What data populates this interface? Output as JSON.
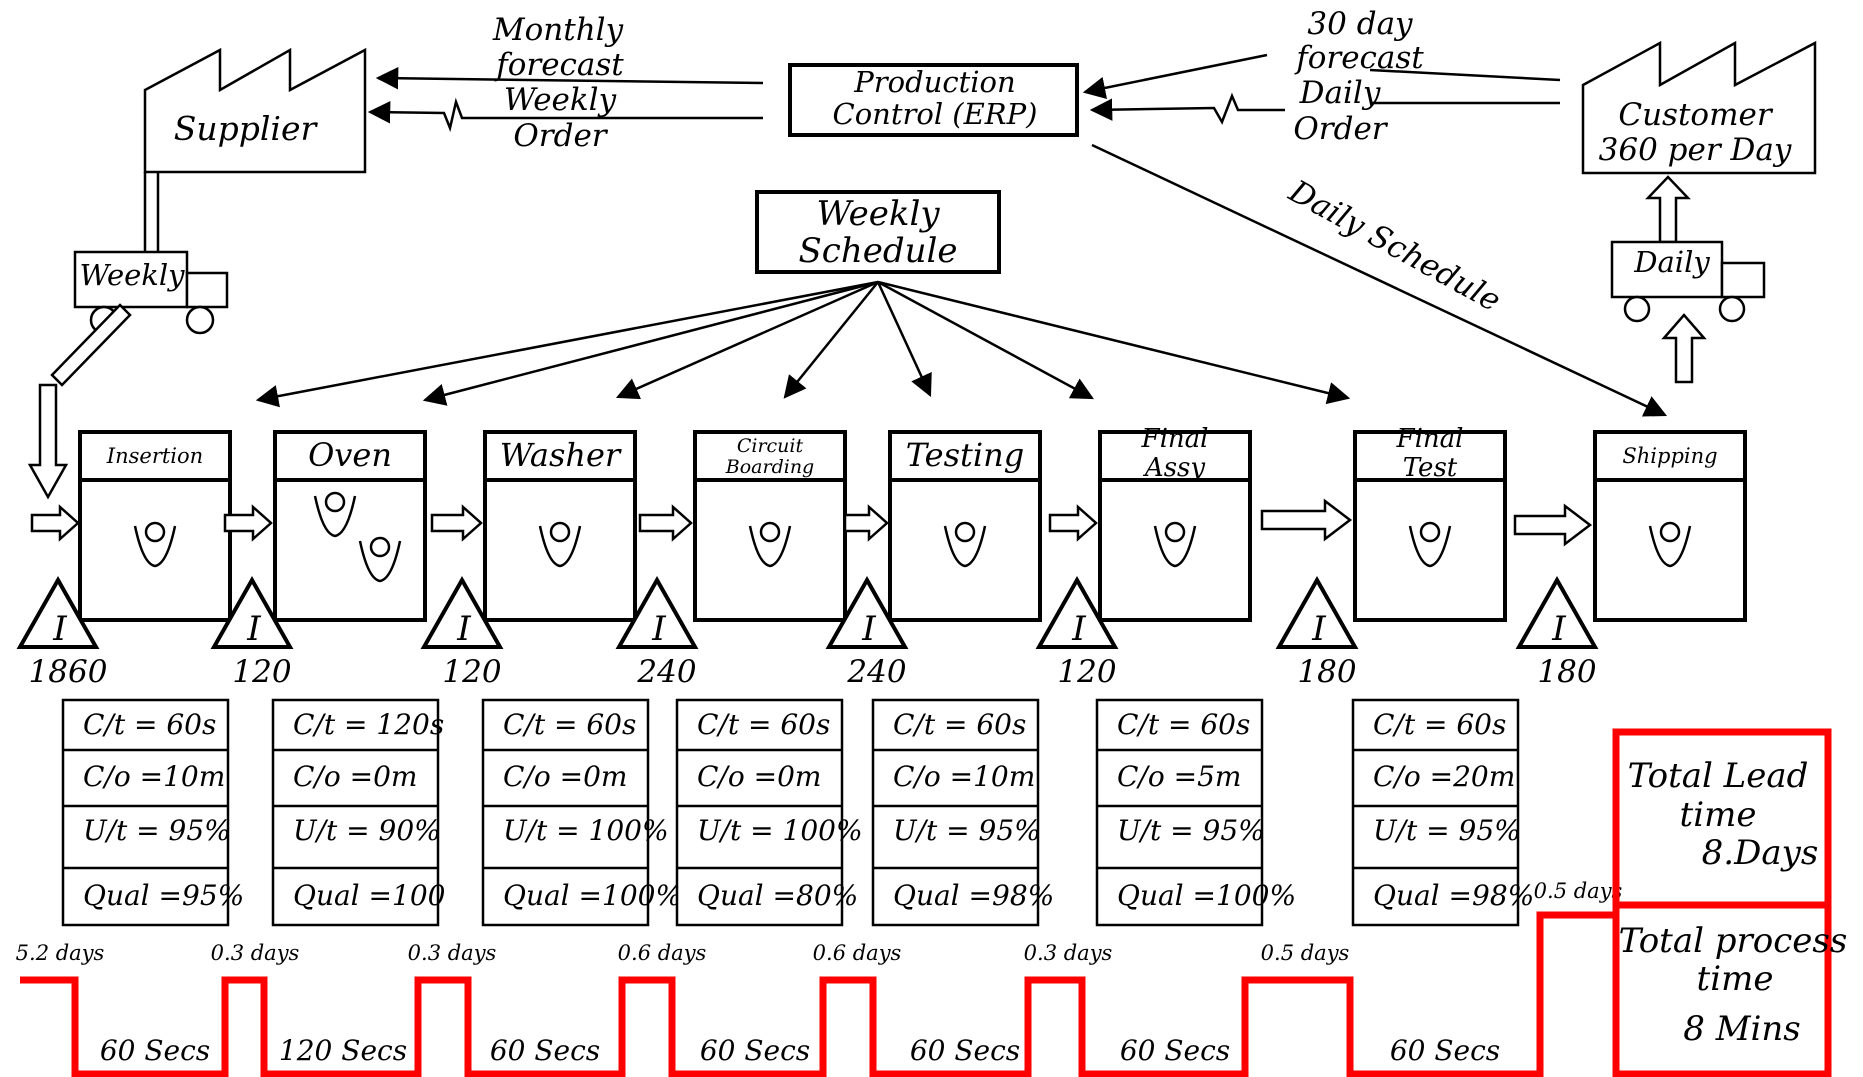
{
  "supplier": {
    "label": "Supplier",
    "delivery_label": "Weekly"
  },
  "customer": {
    "name": "Customer",
    "demand": "360 per Day",
    "delivery_label": "Daily"
  },
  "control": {
    "title_line1": "Production",
    "title_line2": "Control (ERP)"
  },
  "schedule": {
    "line1": "Weekly",
    "line2": "Schedule"
  },
  "info_flows": {
    "supplier_forecast": [
      "Monthly",
      "forecast",
      "Weekly",
      "Order"
    ],
    "customer_forecast": [
      "30 day",
      "forecast",
      "Daily",
      "Order"
    ],
    "daily_schedule": "Daily Schedule"
  },
  "inventory_symbol": "I",
  "processes": [
    {
      "name": "Insertion",
      "name_style": "small",
      "inventory": "1860",
      "ct": "C/t = 60s",
      "co": "C/o =10m",
      "ut": "U/t = 95%",
      "qual": "Qual =95%",
      "wait": "5.2 days",
      "process_time": "60 Secs"
    },
    {
      "name": "Oven",
      "name_style": "large",
      "inventory": "120",
      "ct": "C/t = 120s",
      "co": "C/o =0m",
      "ut": "U/t = 90%",
      "qual": "Qual =100",
      "wait": "0.3 days",
      "process_time": "120 Secs"
    },
    {
      "name": "Washer",
      "name_style": "large",
      "inventory": "120",
      "ct": "C/t = 60s",
      "co": "C/o =0m",
      "ut": "U/t = 100%",
      "qual": "Qual =100%",
      "wait": "0.3 days",
      "process_time": "60 Secs"
    },
    {
      "name_line1": "Circuit",
      "name_line2": "Boarding",
      "name_style": "two-small",
      "inventory": "240",
      "ct": "C/t = 60s",
      "co": "C/o =0m",
      "ut": "U/t = 100%",
      "qual": "Qual =80%",
      "wait": "0.6 days",
      "process_time": "60 Secs"
    },
    {
      "name": "Testing",
      "name_style": "large",
      "inventory": "240",
      "ct": "C/t = 60s",
      "co": "C/o =10m",
      "ut": "U/t = 95%",
      "qual": "Qual =98%",
      "wait": "0.6 days",
      "process_time": "60 Secs"
    },
    {
      "name_line1": "Final",
      "name_line2": "Assy",
      "name_style": "two-large",
      "inventory": "120",
      "ct": "C/t = 60s",
      "co": "C/o =5m",
      "ut": "U/t = 95%",
      "qual": "Qual =100%",
      "wait": "0.3 days",
      "process_time": "60 Secs"
    },
    {
      "name_line1": "Final",
      "name_line2": "Test",
      "name_style": "two-large",
      "inventory": "180",
      "ct": "C/t = 60s",
      "co": "C/o =20m",
      "ut": "U/t = 95%",
      "qual": "Qual =98%",
      "wait": "0.5 days",
      "process_time": "60 Secs"
    },
    {
      "name": "Shipping",
      "name_style": "small",
      "inventory": "180"
    }
  ],
  "final_wait": "0.5 days",
  "summary": {
    "lead_time": [
      "Total Lead",
      "time",
      "8.Days"
    ],
    "process_time": [
      "Total process",
      "time",
      "8 Mins"
    ]
  },
  "colors": {
    "timeline": "#ff0000",
    "ink": "#000000"
  }
}
